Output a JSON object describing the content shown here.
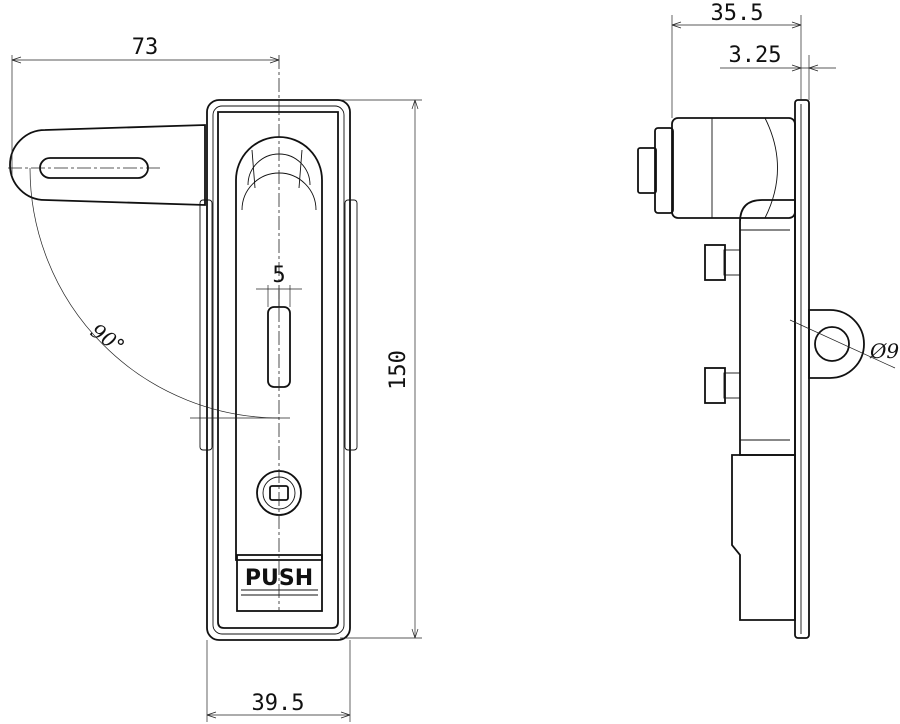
{
  "front_view": {
    "width_dim": "73",
    "slot_dim": "5",
    "height_dim": "150",
    "bottom_dim": "39.5",
    "angle": "90°",
    "button_label": "PUSH"
  },
  "side_view": {
    "top_dim": "35.5",
    "plate_dim": "3.25",
    "hole_dim": "Ø9"
  },
  "colors": {
    "line": "#111111",
    "background": "#ffffff"
  }
}
